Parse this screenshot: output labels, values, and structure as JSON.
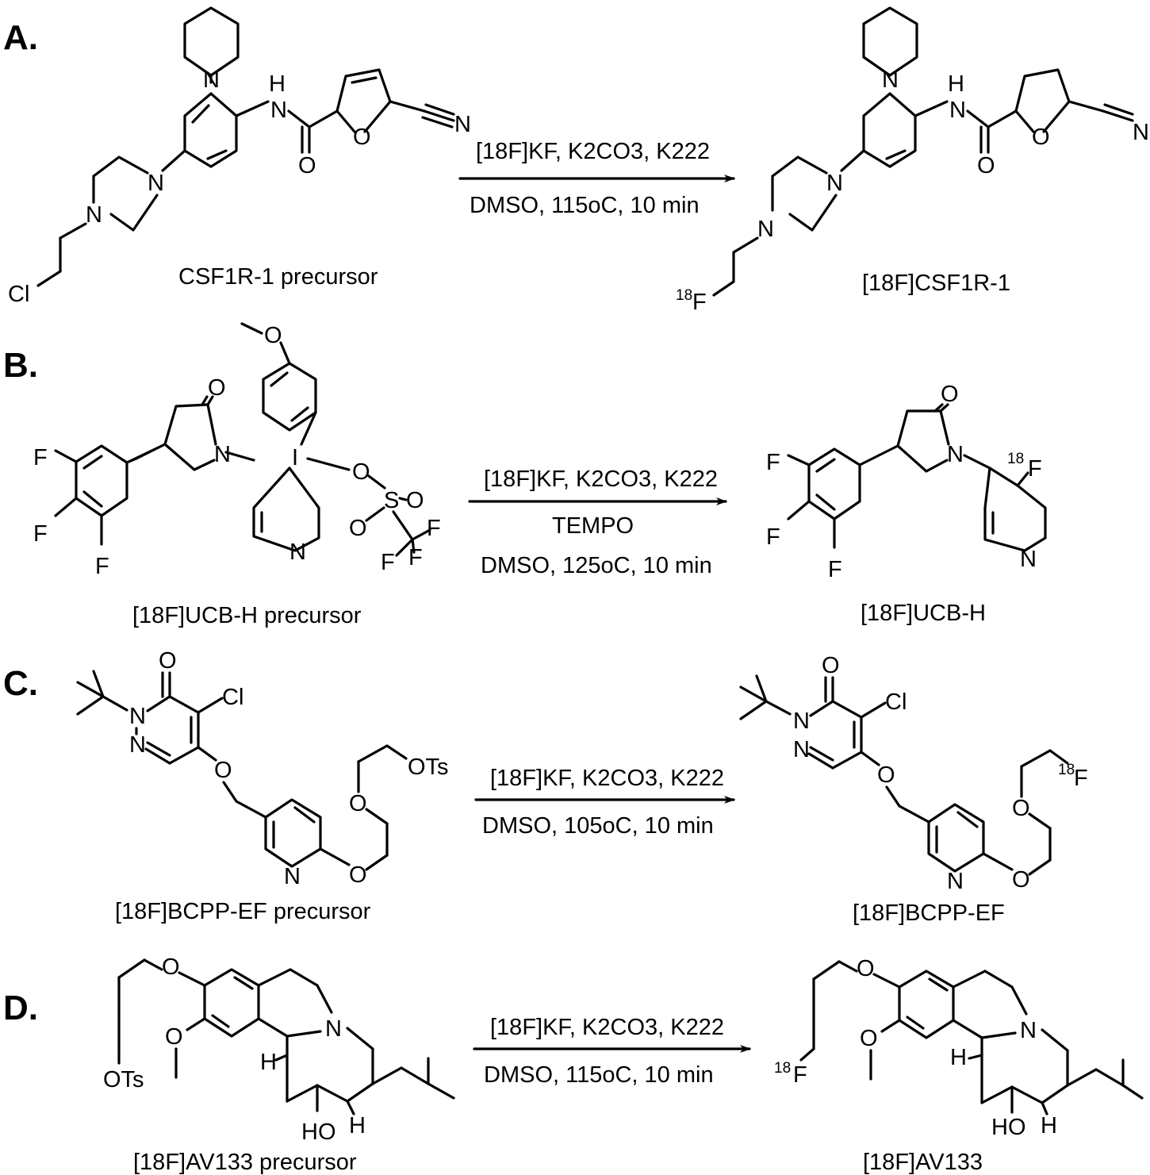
{
  "panels": [
    {
      "label": "A.",
      "precursor": "CSF1R-1 precursor",
      "product": "[18F]CSF1R-1",
      "conditions": [
        "[18F]KF, K2CO3, K222",
        "DMSO, 115oC, 10 min"
      ]
    },
    {
      "label": "B.",
      "precursor": "[18F]UCB-H precursor",
      "product": "[18F]UCB-H",
      "conditions": [
        "[18F]KF, K2CO3, K222",
        "TEMPO",
        "DMSO, 125oC, 10 min"
      ]
    },
    {
      "label": "C.",
      "precursor": "[18F]BCPP-EF precursor",
      "product": "[18F]BCPP-EF",
      "conditions": [
        "[18F]KF, K2CO3, K222",
        "DMSO, 105oC, 10 min"
      ]
    },
    {
      "label": "D.",
      "precursor": "[18F]AV133 precursor",
      "product": "[18F]AV133",
      "conditions": [
        "[18F]KF, K2CO3, K222",
        "DMSO, 115oC, 10 min"
      ]
    }
  ],
  "atoms": {
    "N": "N",
    "O": "O",
    "H": "H",
    "F": "F",
    "Cl": "Cl",
    "I": "I",
    "S": "S",
    "NH": "N",
    "HO": "HO",
    "OTs": "OTs",
    "iso18": "18"
  }
}
